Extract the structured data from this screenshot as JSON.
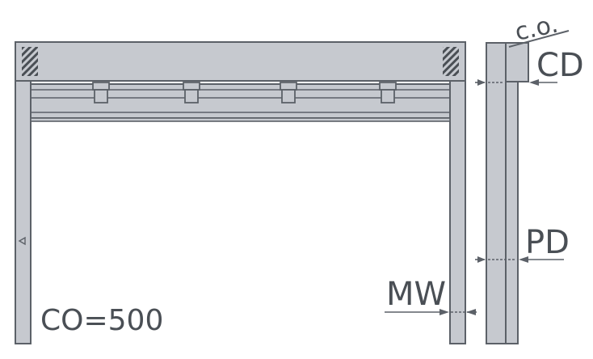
{
  "labels": {
    "co_small": "c.o.",
    "cd": "CD",
    "pd": "PD",
    "mw": "MW",
    "co_value": "CO=500"
  },
  "colors": {
    "frame_fill": "#c6c9cf",
    "frame_stroke": "#5c6168",
    "line": "#5c6168",
    "text": "#4a4f55",
    "background": "#ffffff"
  },
  "icons": {
    "hatch": "diagonal-hatch-icon",
    "arrow": "triangle-left-icon"
  }
}
